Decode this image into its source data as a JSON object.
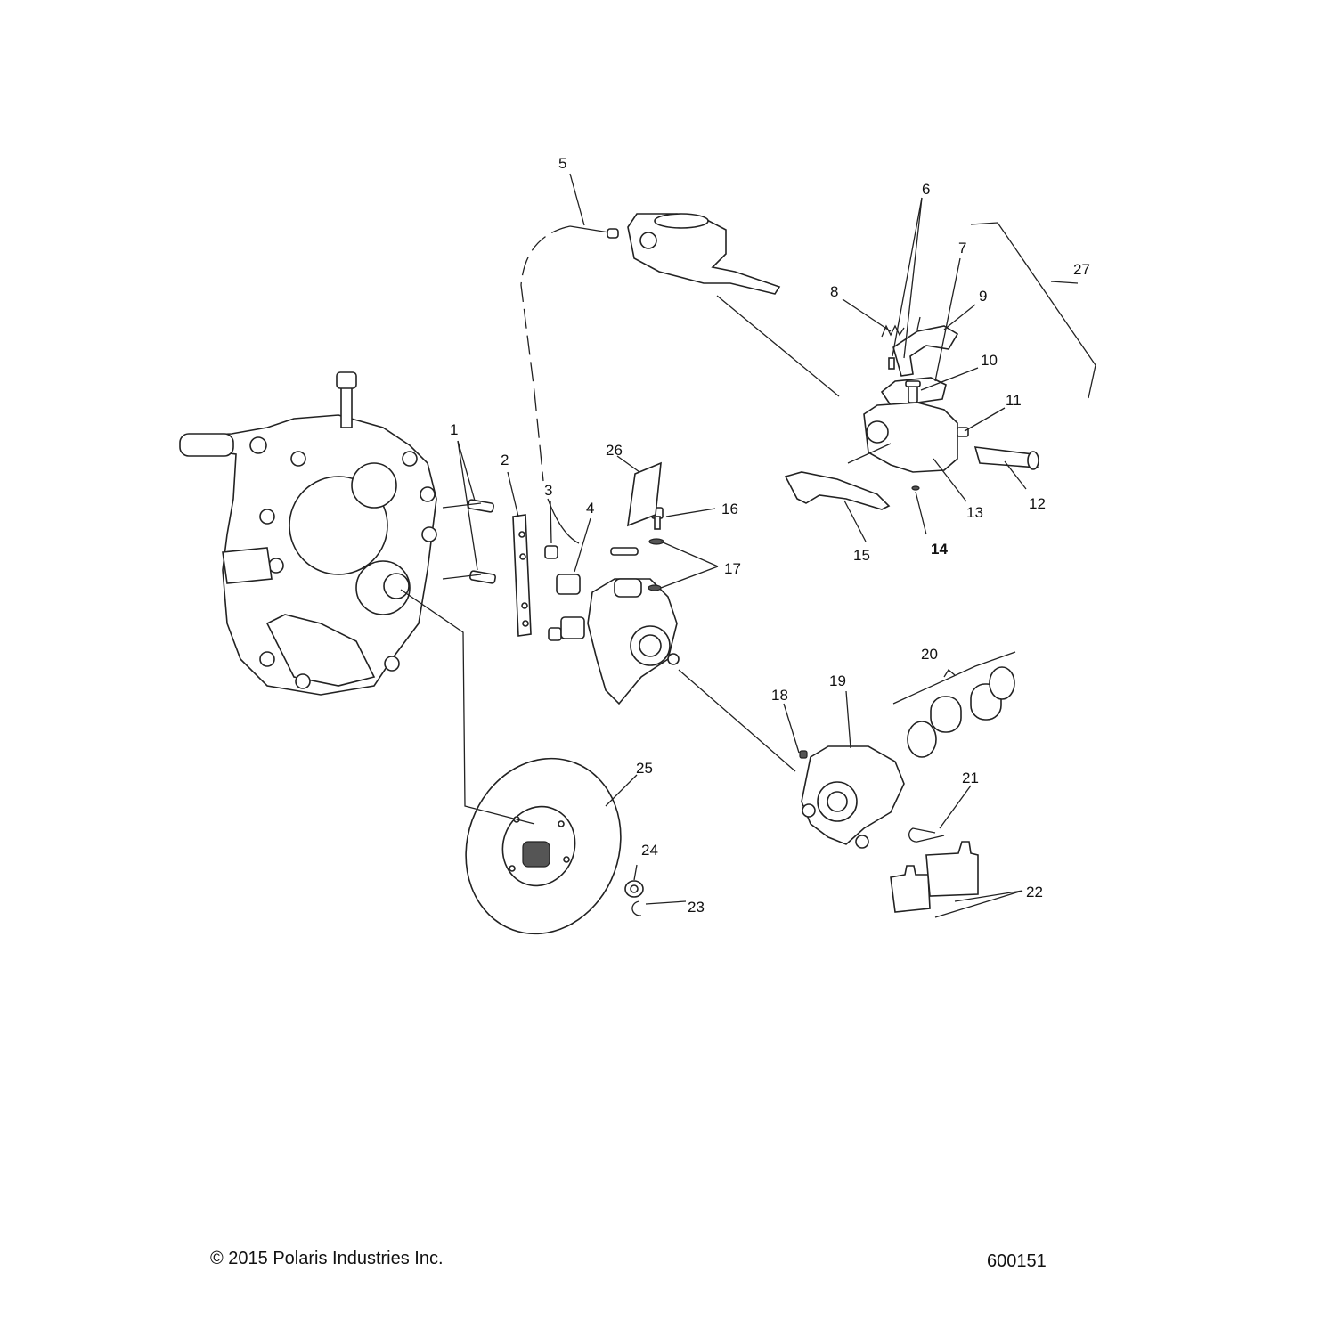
{
  "diagram": {
    "callouts": [
      "1",
      "2",
      "3",
      "4",
      "5",
      "6",
      "7",
      "8",
      "9",
      "10",
      "11",
      "12",
      "13",
      "14",
      "15",
      "16",
      "17",
      "18",
      "19",
      "20",
      "21",
      "22",
      "23",
      "24",
      "25",
      "26",
      "27"
    ]
  },
  "footer": {
    "copyright": "© 2015 Polaris Industries Inc.",
    "figure_id": "600151"
  }
}
